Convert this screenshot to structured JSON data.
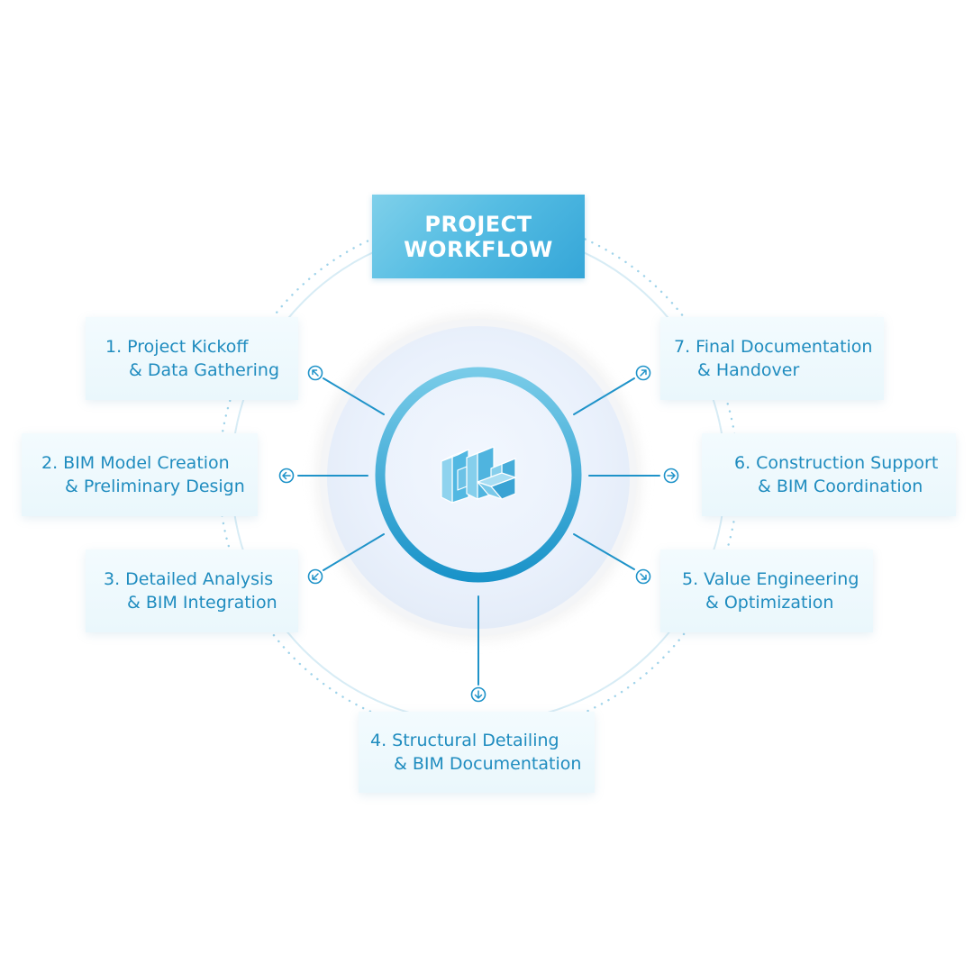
{
  "title": {
    "line1": "PROJECT",
    "line2": "WORKFLOW"
  },
  "colors": {
    "accent": "#1f93c9",
    "title_gradient_start": "#7fd0ea",
    "title_gradient_end": "#35a6d8",
    "box_background": "#eef9fd",
    "text": "#1f8cbf"
  },
  "center_icon": "building-blocks-icon",
  "steps": [
    {
      "line1": "1. Project Kickoff",
      "line2": "& Data Gathering",
      "arrow": "arrow-up-left-icon"
    },
    {
      "line1": "2. BIM Model Creation",
      "line2": "& Preliminary Design",
      "arrow": "arrow-left-icon"
    },
    {
      "line1": "3. Detailed Analysis",
      "line2": "& BIM Integration",
      "arrow": "arrow-down-left-icon"
    },
    {
      "line1": "4. Structural Detailing",
      "line2": "& BIM Documentation",
      "arrow": "arrow-down-icon"
    },
    {
      "line1": "5. Value Engineering",
      "line2": "& Optimization",
      "arrow": "arrow-down-right-icon"
    },
    {
      "line1": "6. Construction Support",
      "line2": "& BIM Coordination",
      "arrow": "arrow-right-icon"
    },
    {
      "line1": "7. Final Documentation",
      "line2": "& Handover",
      "arrow": "arrow-up-right-icon"
    }
  ]
}
